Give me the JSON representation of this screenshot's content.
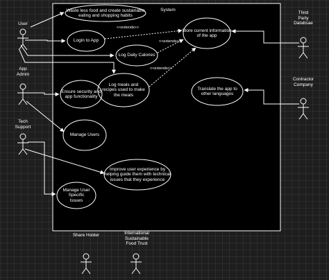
{
  "system": {
    "label": "System"
  },
  "actors": {
    "user": "User",
    "app_admin": "App\nAdmin",
    "tech_support": "Tech\nSupport",
    "third_party_database": "Third\nParty\nDatabsae",
    "contractor_company": "Contractor\nCompany",
    "share_holder": "Share Holder",
    "international_trust": "International\nSustainable\nFood Trust"
  },
  "use_cases": {
    "waste_less_food": "Waste less food and create sustainable\neating and shopping habits",
    "login": "Login to App",
    "log_calories": "Log Daily Calories",
    "log_meals": "Log meals and\nrecipes used to make\nthe meals",
    "store_info": "Store current information\nof the app",
    "security": "Ensure security and\napp functionality",
    "manage_users": "Manage Users",
    "translate": "Translate the app to\nother languages",
    "improve_ux": "Improve user experience by\nhelping guide them with technical\nissues that they experience",
    "manage_specific_issues": "Manage User Specific\nIssues"
  },
  "relations": {
    "extends_1": "<<extends>>",
    "extends_2": "<<extends>>",
    "extends_3": "<<extends>>"
  },
  "colors": {
    "background": "#1e1e1e",
    "stroke": "#ffffff",
    "system_fill": "#000000"
  }
}
